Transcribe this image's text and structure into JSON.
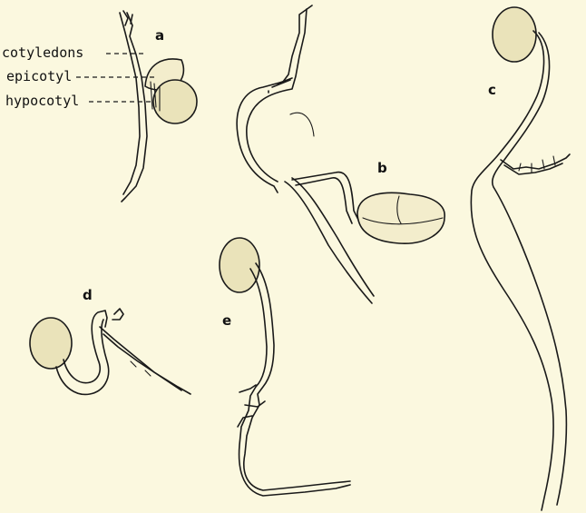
{
  "labels": {
    "cotyledons": "cotyledons",
    "epicotyl": "epicotyl",
    "hypocotyl": "hypocotyl"
  },
  "panels": {
    "a": "a",
    "b": "b",
    "c": "c",
    "d": "d",
    "e": "e"
  },
  "colors": {
    "background": "#fbf8df",
    "ink": "#1a1a1a",
    "seed_fill": "#eae3ba"
  }
}
